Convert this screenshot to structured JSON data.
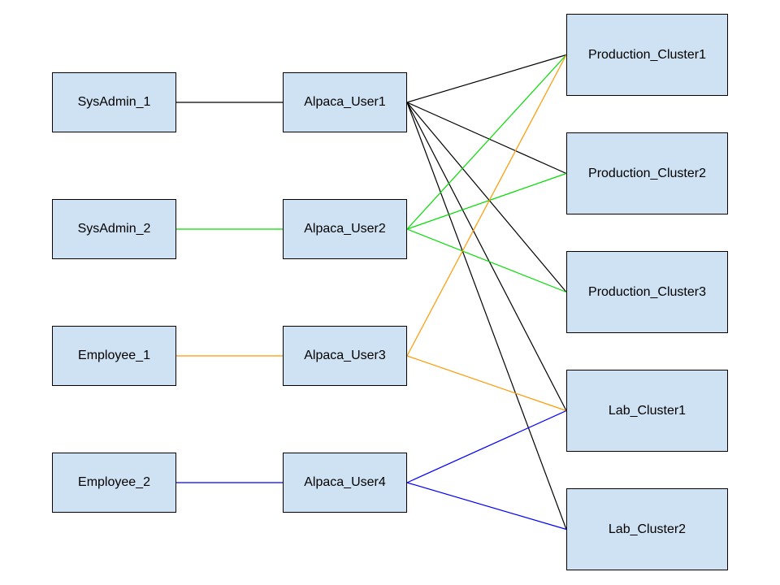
{
  "colors": {
    "node_fill": "#cfe2f3",
    "node_border": "#000000",
    "sysadmin_1_link": "#000000",
    "sysadmin_2_link": "#00dd00",
    "employee_1_link": "#ff9900",
    "employee_2_link": "#0000ff"
  },
  "nodes": {
    "sysadmin_1": "SysAdmin_1",
    "sysadmin_2": "SysAdmin_2",
    "employee_1": "Employee_1",
    "employee_2": "Employee_2",
    "alpaca_user1": "Alpaca_User1",
    "alpaca_user2": "Alpaca_User2",
    "alpaca_user3": "Alpaca_User3",
    "alpaca_user4": "Alpaca_User4",
    "production_cluster1": "Production_Cluster1",
    "production_cluster2": "Production_Cluster2",
    "production_cluster3": "Production_Cluster3",
    "lab_cluster1": "Lab_Cluster1",
    "lab_cluster2": "Lab_Cluster2"
  },
  "edges": [
    {
      "from": "sysadmin_1",
      "to": "alpaca_user1",
      "color": "#000000"
    },
    {
      "from": "sysadmin_2",
      "to": "alpaca_user2",
      "color": "#00dd00"
    },
    {
      "from": "employee_1",
      "to": "alpaca_user3",
      "color": "#ff9900"
    },
    {
      "from": "employee_2",
      "to": "alpaca_user4",
      "color": "#0000ff"
    },
    {
      "from": "alpaca_user1",
      "to": "production_cluster1",
      "color": "#000000"
    },
    {
      "from": "alpaca_user1",
      "to": "production_cluster2",
      "color": "#000000"
    },
    {
      "from": "alpaca_user1",
      "to": "production_cluster3",
      "color": "#000000"
    },
    {
      "from": "alpaca_user1",
      "to": "lab_cluster1",
      "color": "#000000"
    },
    {
      "from": "alpaca_user1",
      "to": "lab_cluster2",
      "color": "#000000"
    },
    {
      "from": "alpaca_user2",
      "to": "production_cluster1",
      "color": "#00dd00"
    },
    {
      "from": "alpaca_user2",
      "to": "production_cluster2",
      "color": "#00dd00"
    },
    {
      "from": "alpaca_user2",
      "to": "production_cluster3",
      "color": "#00dd00"
    },
    {
      "from": "alpaca_user3",
      "to": "production_cluster1",
      "color": "#ff9900"
    },
    {
      "from": "alpaca_user3",
      "to": "lab_cluster1",
      "color": "#ff9900"
    },
    {
      "from": "alpaca_user4",
      "to": "lab_cluster1",
      "color": "#0000ff"
    },
    {
      "from": "alpaca_user4",
      "to": "lab_cluster2",
      "color": "#0000ff"
    }
  ]
}
